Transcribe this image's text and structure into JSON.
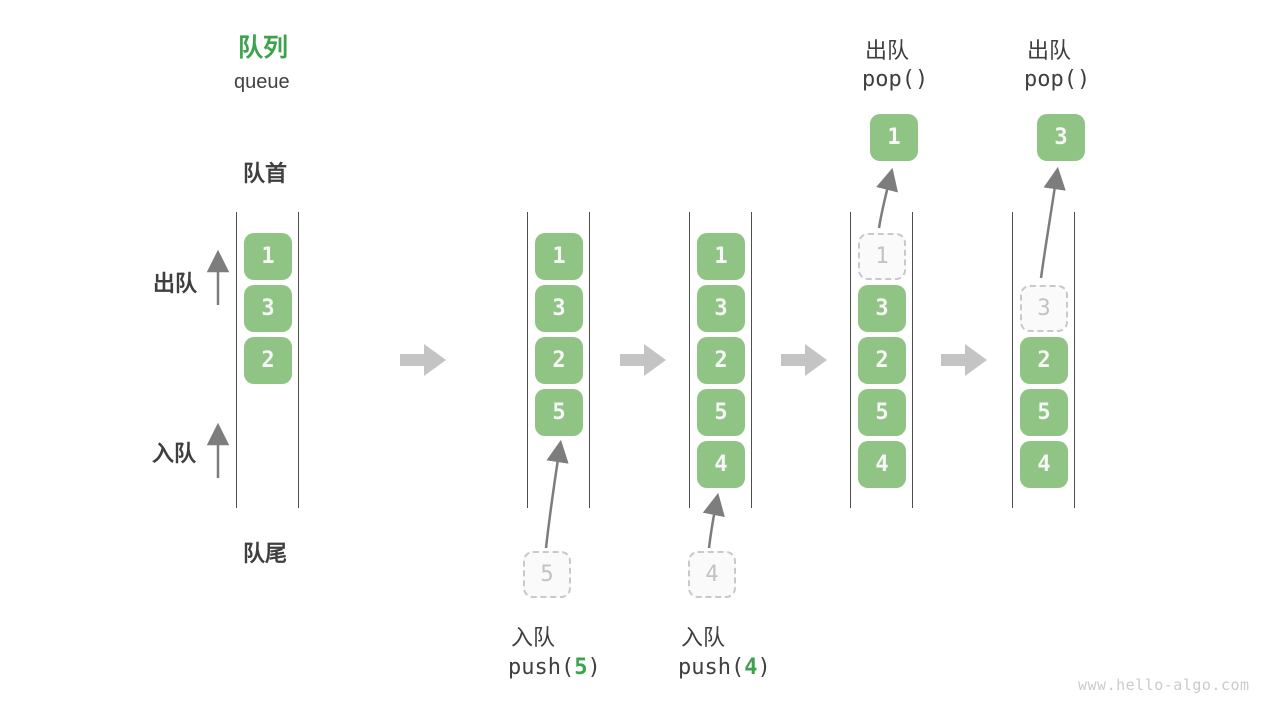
{
  "title": {
    "zh": "队列",
    "en": "queue"
  },
  "side_labels": {
    "front": "队首",
    "dequeue": "出队",
    "enqueue": "入队",
    "rear": "队尾"
  },
  "watermark": "www.hello-algo.com",
  "colors": {
    "box_green": "#8fc485",
    "accent_green": "#3da24c",
    "flow_arrow_gray": "#c4c4c4",
    "thin_arrow_gray": "#7d7d7d",
    "column_line": "#4f4f4f",
    "ghost_border": "#c9c9c9"
  },
  "states": [
    {
      "boxes": [
        "1",
        "3",
        "2"
      ]
    },
    {
      "boxes": [
        "1",
        "3",
        "2",
        "5"
      ],
      "pending": "5",
      "op": {
        "zh": "入队",
        "pre": "push(",
        "arg": "5",
        "post": ")"
      }
    },
    {
      "boxes": [
        "1",
        "3",
        "2",
        "5",
        "4"
      ],
      "pending": "4",
      "op": {
        "zh": "入队",
        "pre": "push(",
        "arg": "4",
        "post": ")"
      }
    },
    {
      "ghost": "1",
      "boxes": [
        "3",
        "2",
        "5",
        "4"
      ],
      "popped": "1",
      "op": {
        "zh": "出队",
        "code": "pop()"
      }
    },
    {
      "ghost": "3",
      "boxes": [
        "2",
        "5",
        "4"
      ],
      "popped": "3",
      "op": {
        "zh": "出队",
        "code": "pop()"
      }
    }
  ]
}
